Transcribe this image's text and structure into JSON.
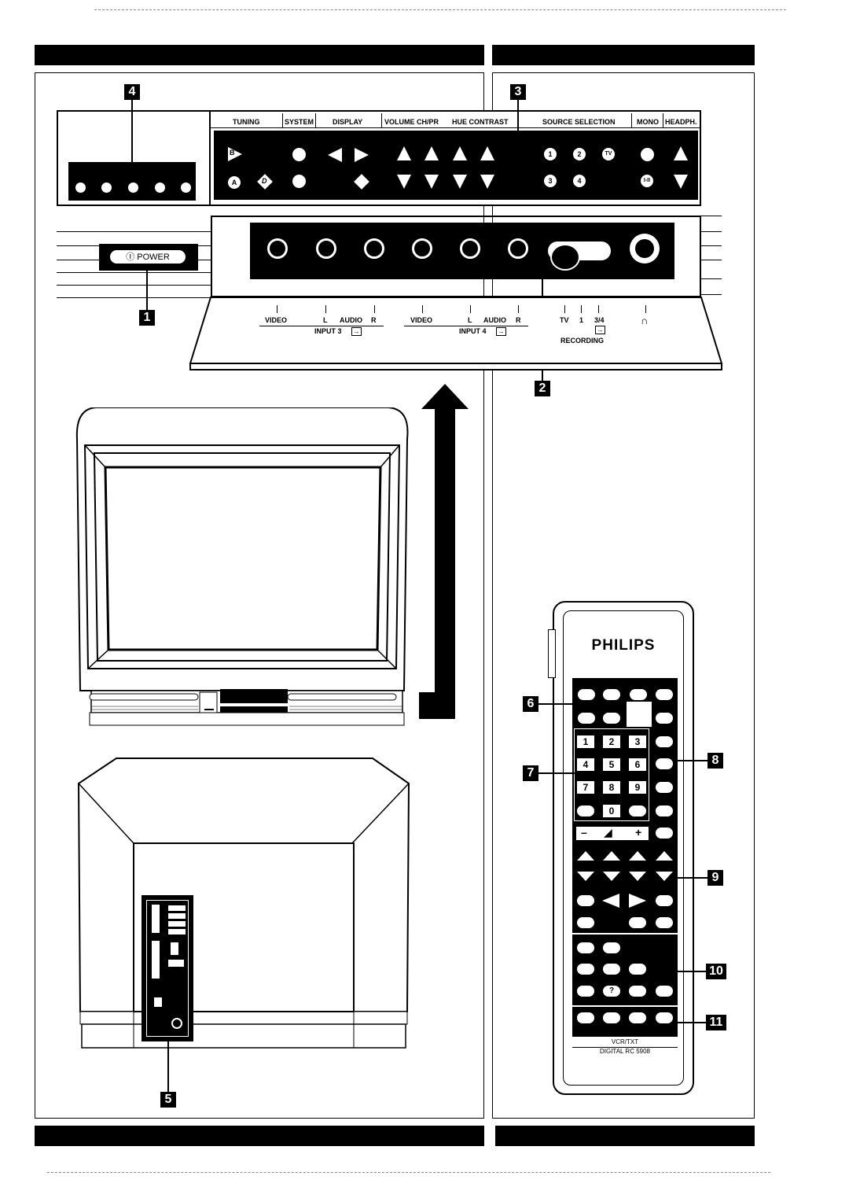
{
  "front_panel": {
    "labels": {
      "tuning": "TUNING",
      "system": "SYSTEM",
      "display": "DISPLAY",
      "volume_chpr": "VOLUME CH/PR",
      "hue_contrast": "HUE CONTRAST",
      "source_selection": "SOURCE SELECTION",
      "mono": "MONO",
      "headph": "HEADPH."
    },
    "key_b": "B",
    "key_a": "A",
    "key_d": "D",
    "src_1": "1",
    "src_2": "2",
    "src_3": "3",
    "src_4": "4",
    "src_tv": "TV",
    "mono_btn": "I-II",
    "power": "Ⓘ POWER"
  },
  "connectors": {
    "video_a": "VIDEO",
    "l_a": "L",
    "audio_a": "AUDIO",
    "r_a": "R",
    "input3": "INPUT 3",
    "video_b": "VIDEO",
    "l_b": "L",
    "audio_b": "AUDIO",
    "r_b": "R",
    "input4": "INPUT 4",
    "tv": "TV",
    "one": "1",
    "three_four": "3/4",
    "recording": "RECORDING"
  },
  "remote": {
    "brand": "PHILIPS",
    "model_line1": "VCR/TXT",
    "model_line2": "DIGITAL RC 5908",
    "numbers": [
      "1",
      "2",
      "3",
      "4",
      "5",
      "6",
      "7",
      "8",
      "9",
      "0"
    ],
    "vol_minus": "–",
    "vol_plus": "+",
    "help": "?"
  },
  "callouts": {
    "c1": "1",
    "c2": "2",
    "c3": "3",
    "c4": "4",
    "c5": "5",
    "c6": "6",
    "c7": "7",
    "c8": "8",
    "c9": "9",
    "c10": "10",
    "c11": "11"
  }
}
